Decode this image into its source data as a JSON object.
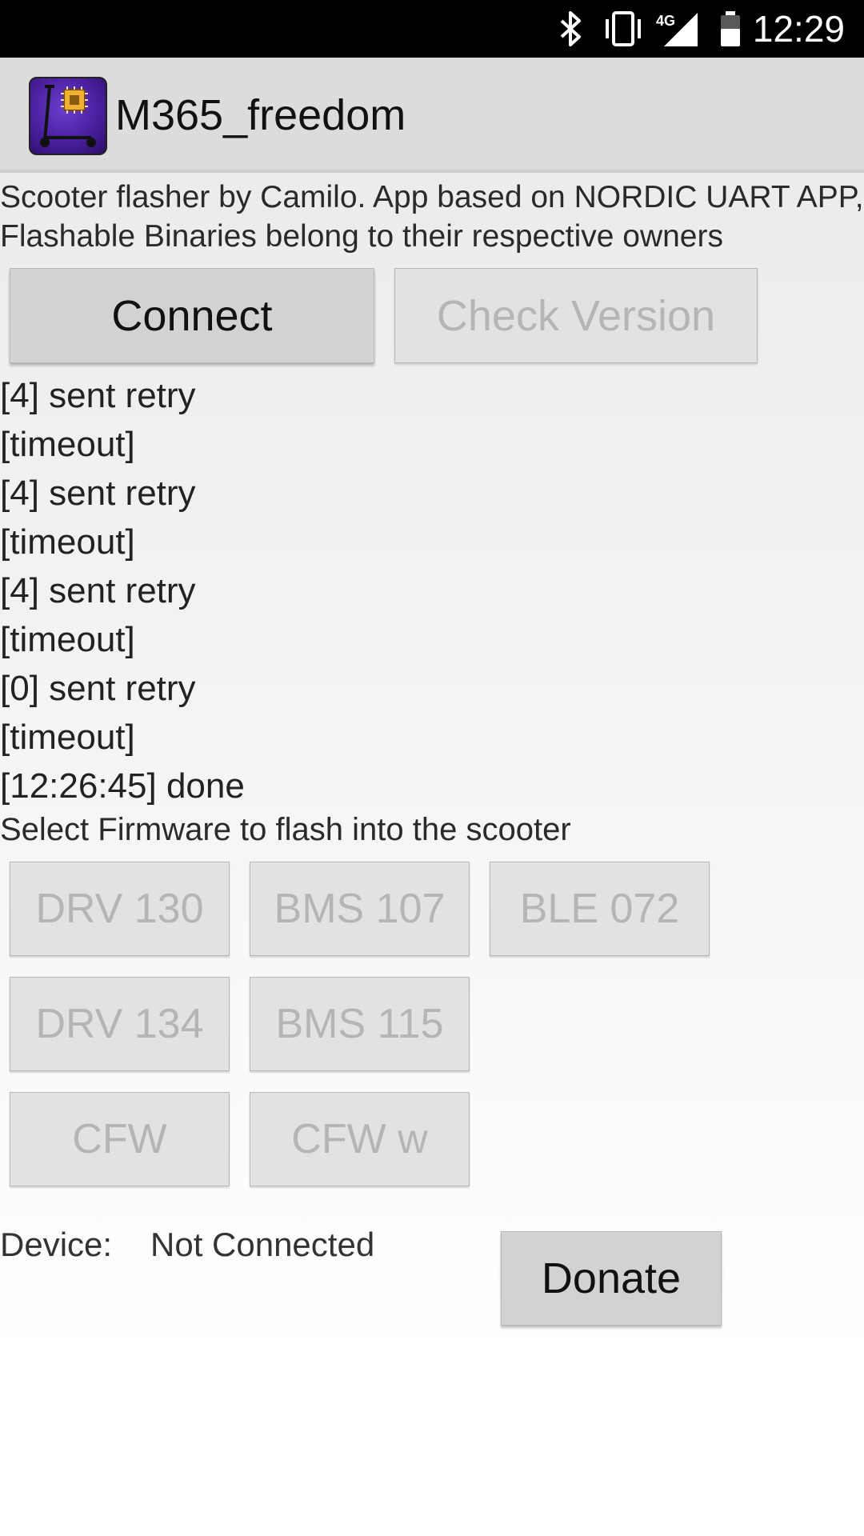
{
  "status_bar": {
    "time": "12:29",
    "icons": [
      "bluetooth-icon",
      "vibrate-icon",
      "signal-4g-icon",
      "battery-icon"
    ],
    "network_label": "4G"
  },
  "app_bar": {
    "title": "M365_freedom",
    "icon": "scooter-chip-app-icon"
  },
  "intro_text": "Scooter flasher by Camilo. App based on NORDIC UART APP, Flashable Binaries belong to their respective owners",
  "buttons": {
    "connect": "Connect",
    "check_version": "Check Version"
  },
  "log": [
    "[4] sent retry",
    "[timeout]",
    "[4] sent retry",
    "[timeout]",
    "[4] sent retry",
    "[timeout]",
    "[0] sent retry",
    "[timeout]",
    "[12:26:45] done"
  ],
  "firmware": {
    "prompt": "Select Firmware to flash into the scooter",
    "rows": [
      [
        "DRV 130",
        "BMS 107",
        "BLE 072"
      ],
      [
        "DRV 134",
        "BMS 115"
      ],
      [
        "CFW",
        "CFW w"
      ]
    ]
  },
  "device": {
    "label": "Device:",
    "value": "Not Connected"
  },
  "donate_label": "Donate"
}
